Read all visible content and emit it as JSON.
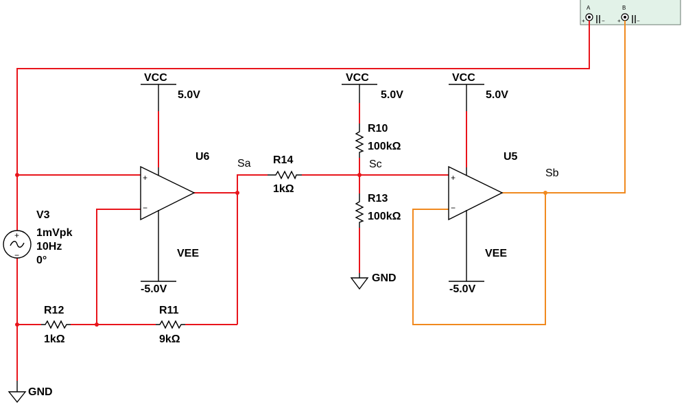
{
  "colors": {
    "wire_red": "#e8141b",
    "wire_orange": "#f0891e",
    "component": "#000000",
    "scope_body": "#e2f2e8",
    "background": "#ffffff"
  },
  "scope": {
    "ch_a": "A",
    "ch_b": "B",
    "plus": "+",
    "minus": "−"
  },
  "opamps": [
    {
      "name": "U6",
      "vcc": "VCC",
      "vcc_val": "5.0V",
      "vee": "VEE",
      "vee_val": "-5.0V"
    },
    {
      "name": "U5",
      "vcc": "VCC",
      "vcc_val": "5.0V",
      "vee": "VEE",
      "vee_val": "-5.0V"
    }
  ],
  "opamp_plus": "+",
  "opamp_minus": "−",
  "center_supply": {
    "name": "VCC",
    "value": "5.0V"
  },
  "resistors": {
    "r10": {
      "name": "R10",
      "value": "100kΩ"
    },
    "r13": {
      "name": "R13",
      "value": "100kΩ"
    },
    "r14": {
      "name": "R14",
      "value": "1kΩ"
    },
    "r11": {
      "name": "R11",
      "value": "9kΩ"
    },
    "r12": {
      "name": "R12",
      "value": "1kΩ"
    }
  },
  "source": {
    "name": "V3",
    "amplitude": "1mVpk",
    "frequency": "10Hz",
    "phase": "0°",
    "plus": "+",
    "minus": "−"
  },
  "nets": {
    "sa": "Sa",
    "sb": "Sb",
    "sc": "Sc"
  },
  "grounds": {
    "center": "GND",
    "left": "GND"
  }
}
